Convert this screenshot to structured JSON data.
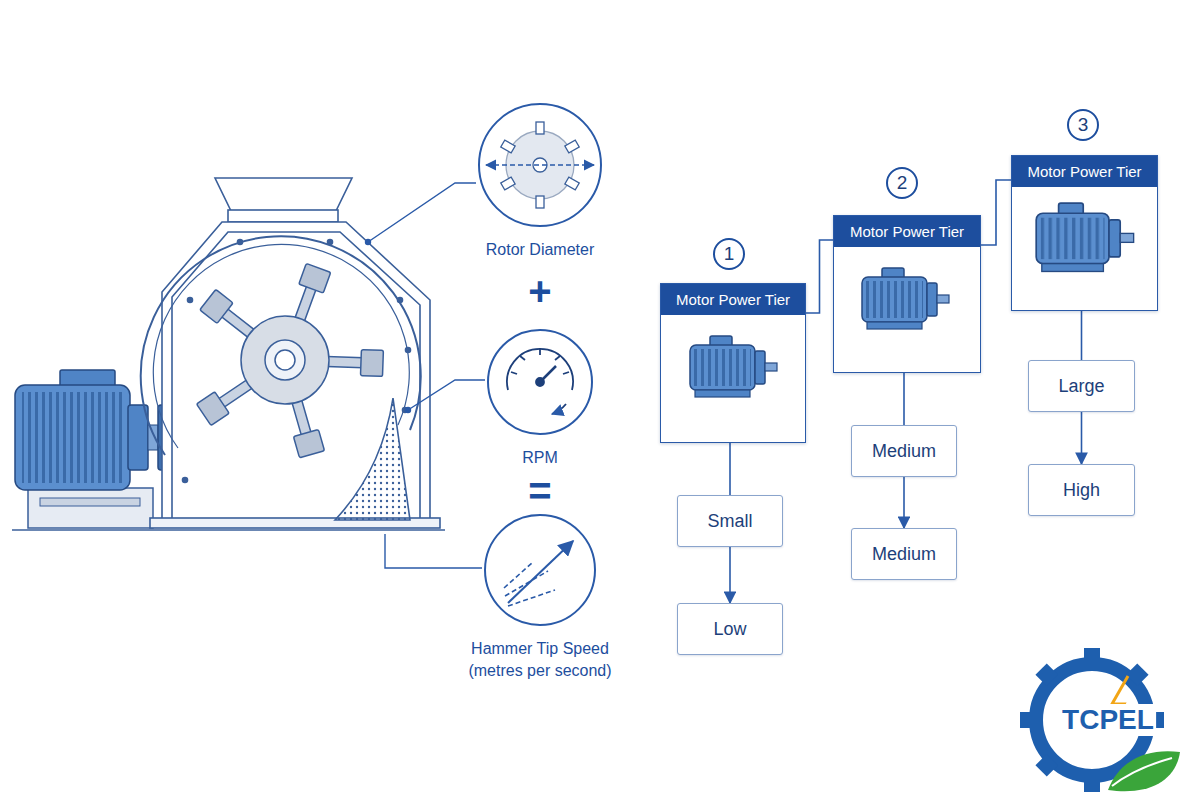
{
  "diagram": {
    "nodes": [
      {
        "text": [
          "Rotor Diameter"
        ]
      },
      {
        "text": [
          "RPM"
        ]
      },
      {
        "text": [
          "Hammer Tip Speed (metres per second)"
        ]
      },
      {
        "text": [
          "Motor Power Tier"
        ]
      },
      {
        "text": [
          "Small"
        ]
      },
      {
        "text": [
          "Low"
        ]
      },
      {
        "text": [
          "Motor Power Tier"
        ]
      },
      {
        "text": [
          "Medium"
        ]
      },
      {
        "text": [
          "Medium"
        ]
      },
      {
        "text": [
          "Motor Power Tier"
        ]
      },
      {
        "text": [
          "Large"
        ]
      },
      {
        "text": [
          "High"
        ]
      }
    ],
    "edges": [
      {
        "from": 3,
        "to": 6,
        "arrow": "none"
      },
      {
        "from": 6,
        "to": 9,
        "arrow": "none"
      },
      {
        "from": 3,
        "to": 4,
        "arrow": "none"
      },
      {
        "from": 4,
        "to": 5,
        "arrow": "to"
      },
      {
        "from": 6,
        "to": 7,
        "arrow": "none"
      },
      {
        "from": 7,
        "to": 8,
        "arrow": "to"
      },
      {
        "from": 9,
        "to": 10,
        "arrow": "none"
      },
      {
        "from": 10,
        "to": 11,
        "arrow": "to"
      }
    ],
    "labels": [
      "1",
      "2",
      "3",
      "+",
      "=",
      "TCPEL"
    ]
  }
}
